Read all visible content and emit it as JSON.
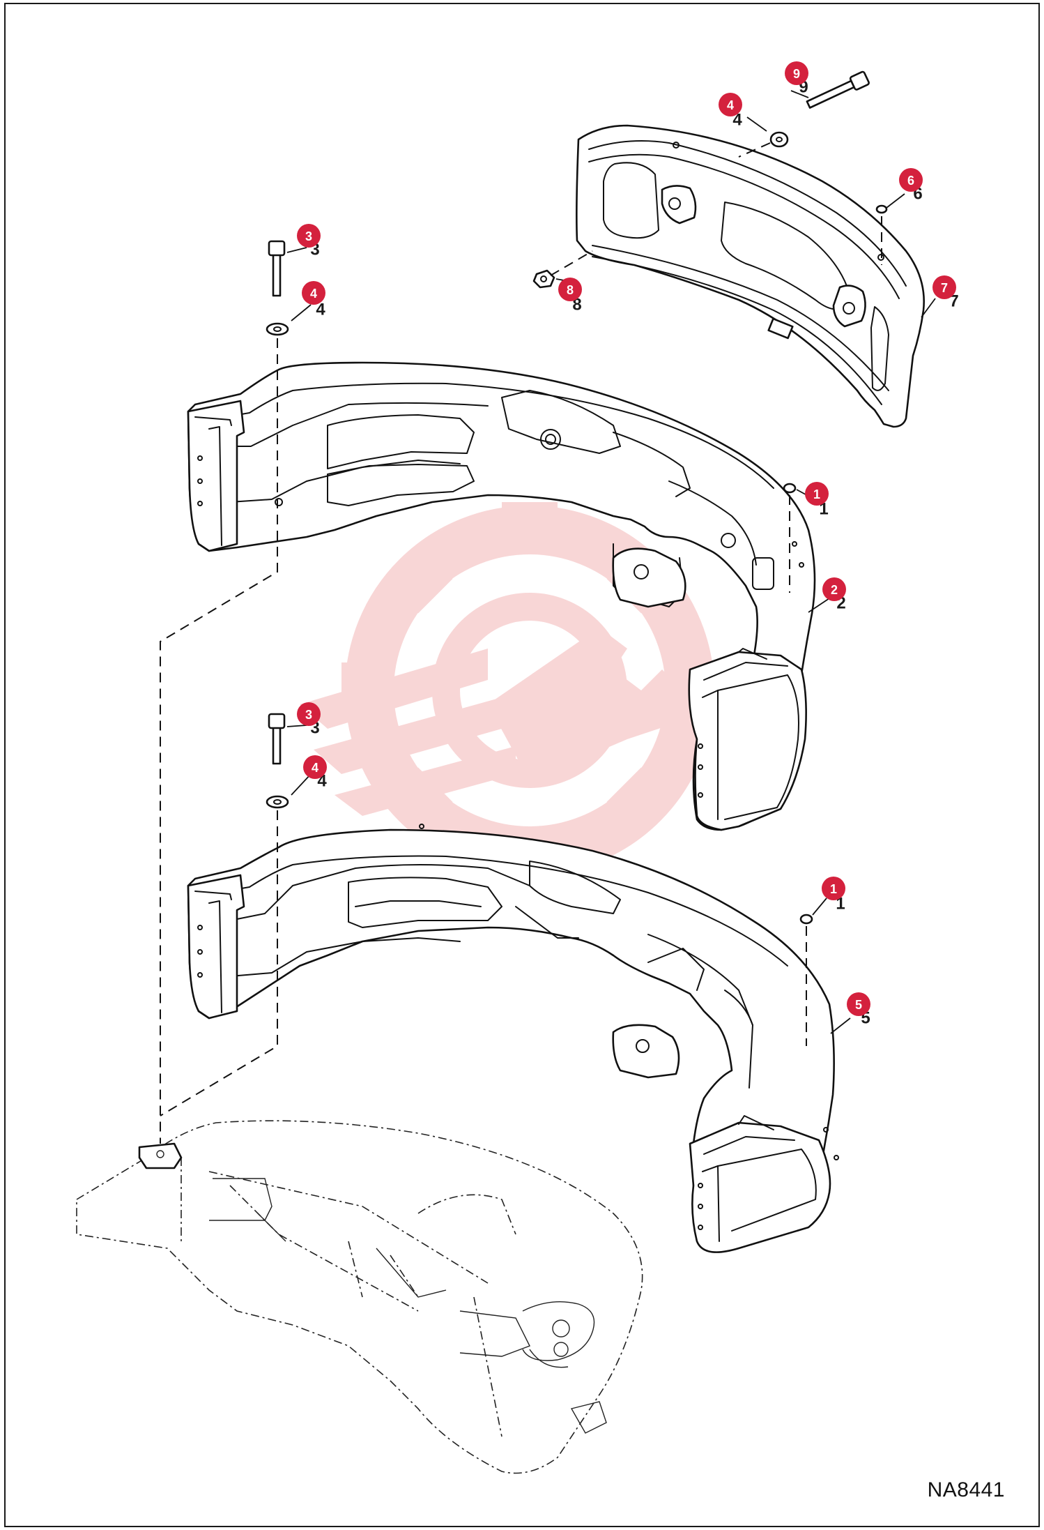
{
  "diagram": {
    "code": "NA8441",
    "callout_color": "#d4213d",
    "watermark_color": "#f3b6b6",
    "callouts": [
      {
        "id": "9",
        "label": "9"
      },
      {
        "id": "4a",
        "label": "4"
      },
      {
        "id": "6",
        "label": "6"
      },
      {
        "id": "8",
        "label": "8"
      },
      {
        "id": "7",
        "label": "7"
      },
      {
        "id": "3a",
        "label": "3"
      },
      {
        "id": "4b",
        "label": "4"
      },
      {
        "id": "1a",
        "label": "1"
      },
      {
        "id": "2",
        "label": "2"
      },
      {
        "id": "3b",
        "label": "3"
      },
      {
        "id": "4c",
        "label": "4"
      },
      {
        "id": "1b",
        "label": "1"
      },
      {
        "id": "5",
        "label": "5"
      }
    ]
  }
}
